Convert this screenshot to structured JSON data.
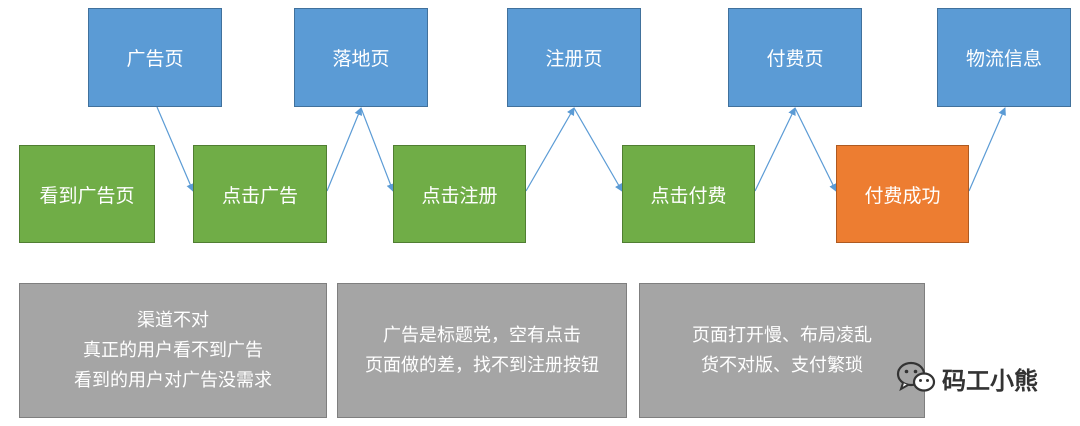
{
  "pages": [
    "广告页",
    "落地页",
    "注册页",
    "付费页",
    "物流信息"
  ],
  "actions": [
    "看到广告页",
    "点击广告",
    "点击注册",
    "点击付费",
    "付费成功"
  ],
  "notes": [
    [
      "渠道不对",
      "真正的用户看不到广告",
      "看到的用户对广告没需求"
    ],
    [
      "广告是标题党，空有点击",
      "页面做的差，找不到注册按钮"
    ],
    [
      "页面打开慢、布局凌乱",
      "货不对版、支付繁琐"
    ]
  ],
  "watermark": {
    "text": "码工小熊",
    "icon": "wechat-icon"
  },
  "colors": {
    "page": "#5b9bd5",
    "action": "#70ad47",
    "success": "#ed7d31",
    "note": "#a5a5a5",
    "arrow": "#5b9bd5"
  }
}
